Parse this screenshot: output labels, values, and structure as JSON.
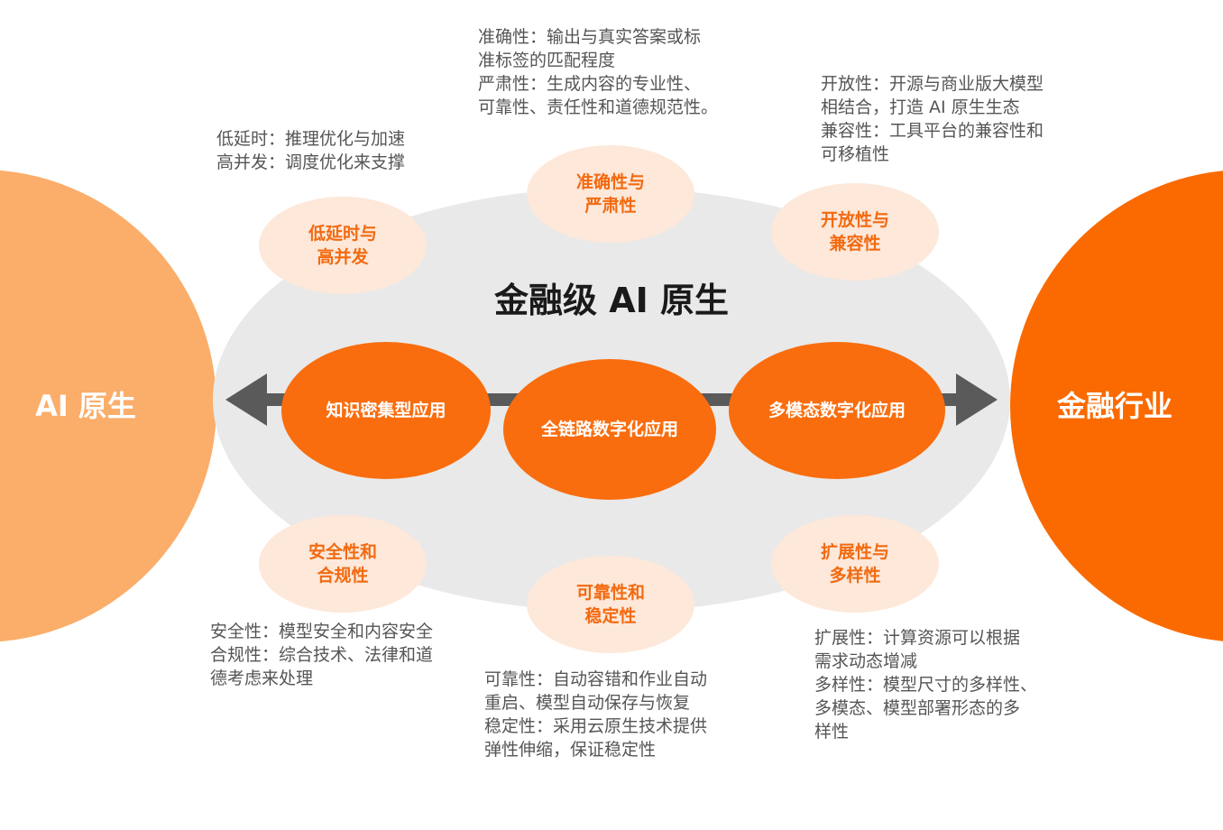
{
  "colors": {
    "left_circle": "#fbad6a",
    "right_circle": "#fa6a00",
    "center_ellipse": "#e9e9e9",
    "app_ellipse": "#f96d0e",
    "bubble": "#fde8da",
    "arrow": "#5a5a5a",
    "bubble_text": "#f26a10",
    "desc_text": "#555555"
  },
  "left_label": "AI 原生",
  "right_label": "金融行业",
  "center_title": "金融级 AI 原生",
  "applications": {
    "knowledge": "知识密集型应用",
    "full_chain": "全链路数字化应用",
    "multimodal": "多模态数字化应用"
  },
  "bubbles": {
    "latency": [
      "低延时与",
      "高并发"
    ],
    "accuracy": [
      "准确性与",
      "严肃性"
    ],
    "openness": [
      "开放性与",
      "兼容性"
    ],
    "security": [
      "安全性和",
      "合规性"
    ],
    "reliability": [
      "可靠性和",
      "稳定性"
    ],
    "scalability": [
      "扩展性与",
      "多样性"
    ]
  },
  "descriptions": {
    "latency": [
      "低延时：推理优化与加速",
      "高并发：调度优化来支撑"
    ],
    "accuracy": [
      "准确性：输出与真实答案或标",
      "准标签的匹配程度",
      "严肃性：生成内容的专业性、",
      "可靠性、责任性和道德规范性。"
    ],
    "openness": [
      "开放性：开源与商业版大模型",
      "相结合，打造 AI 原生生态",
      "兼容性：工具平台的兼容性和",
      "可移植性"
    ],
    "security": [
      "安全性：模型安全和内容安全",
      "合规性：综合技术、法律和道",
      "德考虑来处理"
    ],
    "reliability": [
      "可靠性：自动容错和作业自动",
      "重启、模型自动保存与恢复",
      "稳定性：采用云原生技术提供",
      "弹性伸缩，保证稳定性"
    ],
    "scalability": [
      "扩展性：计算资源可以根据",
      "需求动态增减",
      "多样性：模型尺寸的多样性、",
      "多模态、模型部署形态的多",
      "样性"
    ]
  }
}
